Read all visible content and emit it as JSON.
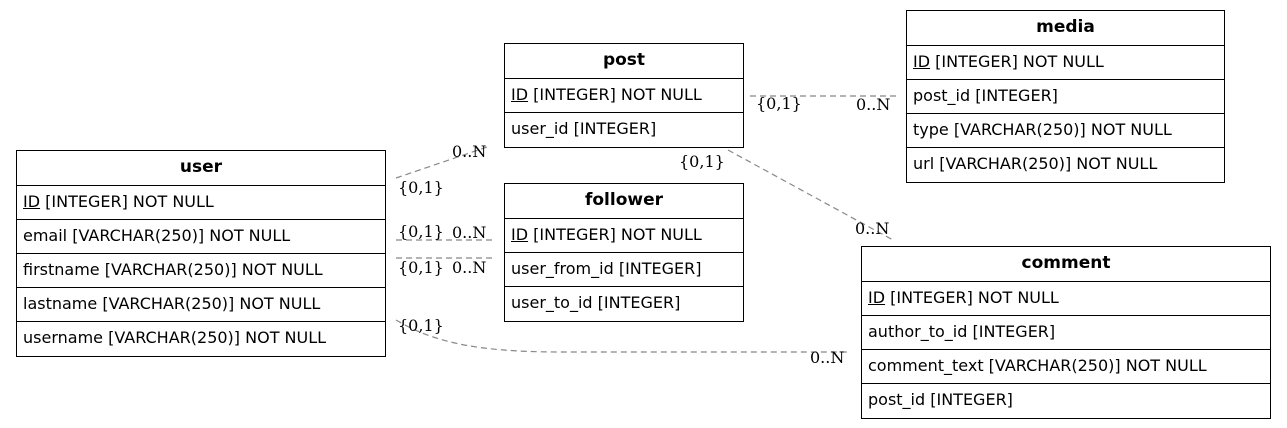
{
  "entities": {
    "user": {
      "name": "user",
      "attrs": [
        {
          "pk": "ID",
          "rest": " [INTEGER] NOT NULL"
        },
        {
          "pk": "",
          "rest": "email [VARCHAR(250)] NOT NULL"
        },
        {
          "pk": "",
          "rest": "firstname [VARCHAR(250)] NOT NULL"
        },
        {
          "pk": "",
          "rest": "lastname [VARCHAR(250)] NOT NULL"
        },
        {
          "pk": "",
          "rest": "username [VARCHAR(250)] NOT NULL"
        }
      ]
    },
    "post": {
      "name": "post",
      "attrs": [
        {
          "pk": "ID",
          "rest": " [INTEGER] NOT NULL"
        },
        {
          "pk": "",
          "rest": "user_id [INTEGER]"
        }
      ]
    },
    "follower": {
      "name": "follower",
      "attrs": [
        {
          "pk": "ID",
          "rest": " [INTEGER] NOT NULL"
        },
        {
          "pk": "",
          "rest": "user_from_id [INTEGER]"
        },
        {
          "pk": "",
          "rest": "user_to_id [INTEGER]"
        }
      ]
    },
    "media": {
      "name": "media",
      "attrs": [
        {
          "pk": "ID",
          "rest": " [INTEGER] NOT NULL"
        },
        {
          "pk": "",
          "rest": "post_id [INTEGER]"
        },
        {
          "pk": "",
          "rest": "type [VARCHAR(250)] NOT NULL"
        },
        {
          "pk": "",
          "rest": "url [VARCHAR(250)] NOT NULL"
        }
      ]
    },
    "comment": {
      "name": "comment",
      "attrs": [
        {
          "pk": "ID",
          "rest": " [INTEGER] NOT NULL"
        },
        {
          "pk": "",
          "rest": "author_to_id [INTEGER]"
        },
        {
          "pk": "",
          "rest": "comment_text [VARCHAR(250)] NOT NULL"
        },
        {
          "pk": "",
          "rest": "post_id [INTEGER]"
        }
      ]
    }
  },
  "cardinalities": {
    "user_post_one": "{0,1}",
    "user_post_many": "0..N",
    "user_follower_from_one": "{0,1}",
    "user_follower_from_many": "0..N",
    "user_follower_to_one": "{0,1}",
    "user_follower_to_many": "0..N",
    "user_comment_one": "{0,1}",
    "user_comment_many": "0..N",
    "post_media_one": "{0,1}",
    "post_media_many": "0..N",
    "post_comment_one": "{0,1}",
    "post_comment_many": "0..N"
  },
  "edge_color": "#888888"
}
